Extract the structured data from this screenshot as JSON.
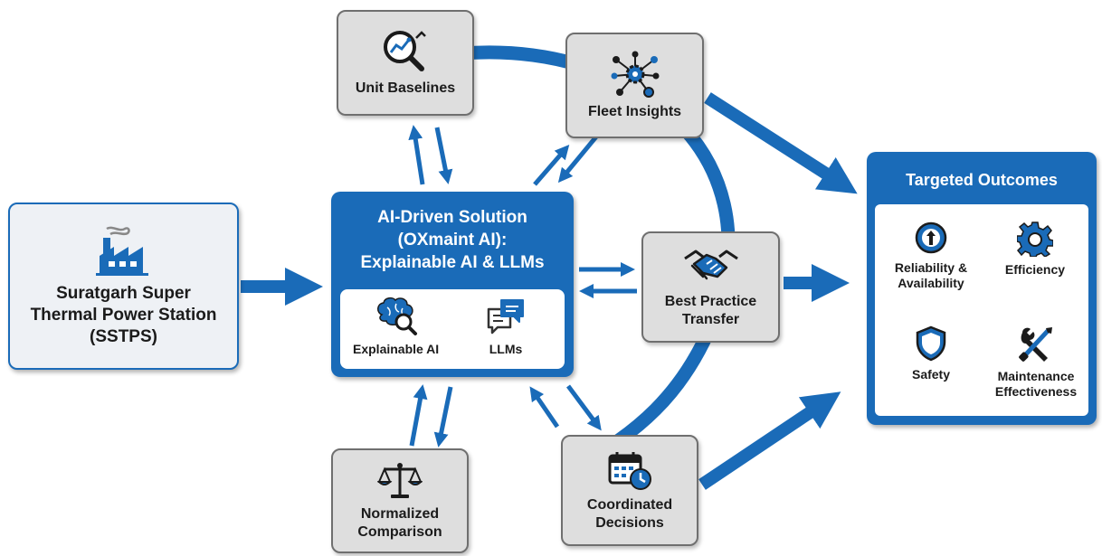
{
  "source": {
    "icon": "factory-icon",
    "label_line1": "Suratgarh Super",
    "label_line2": "Thermal Power Station",
    "label_line3": "(SSTPS)"
  },
  "solution": {
    "title_line1": "AI-Driven Solution",
    "title_line2": "(OXmaint AI):",
    "title_line3": "Explainable AI & LLMs",
    "components": [
      {
        "label": "Explainable AI",
        "icon": "brain-magnifier-icon"
      },
      {
        "label": "LLMs",
        "icon": "chat-bubbles-icon"
      }
    ]
  },
  "nodes": {
    "unit_baselines": {
      "label": "Unit Baselines",
      "icon": "chart-magnifier-icon"
    },
    "fleet_insights": {
      "label": "Fleet Insights",
      "icon": "network-gears-icon"
    },
    "best_practice": {
      "label_line1": "Best Practice",
      "label_line2": "Transfer",
      "icon": "handshake-icon"
    },
    "normalized": {
      "label_line1": "Normalized",
      "label_line2": "Comparison",
      "icon": "balance-scale-icon"
    },
    "coordinated": {
      "label_line1": "Coordinated",
      "label_line2": "Decisions",
      "icon": "calendar-clock-icon"
    }
  },
  "outcomes": {
    "title": "Targeted Outcomes",
    "items": [
      {
        "label_line1": "Reliability &",
        "label_line2": "Availability",
        "icon": "up-arrow-circle-icon"
      },
      {
        "label_line1": "Efficiency",
        "label_line2": "",
        "icon": "gear-icon"
      },
      {
        "label_line1": "Safety",
        "label_line2": "",
        "icon": "shield-icon"
      },
      {
        "label_line1": "Maintenance",
        "label_line2": "Effectiveness",
        "icon": "wrench-screwdriver-icon"
      }
    ]
  },
  "colors": {
    "primary_blue": "#1a6bb8",
    "node_gray": "#dedede",
    "node_border": "#6f6f6f"
  }
}
